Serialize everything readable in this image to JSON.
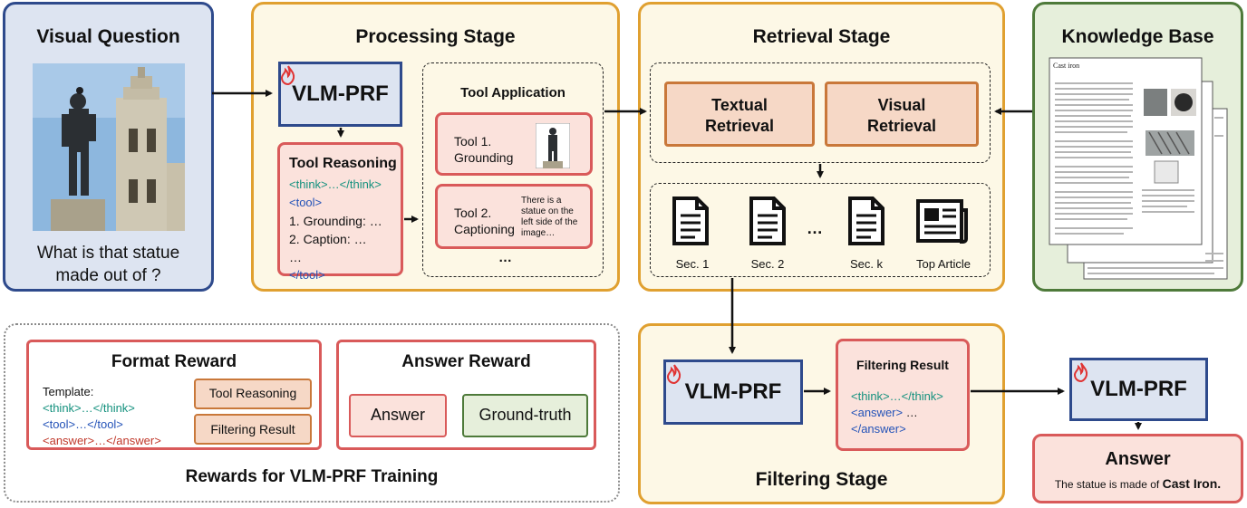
{
  "visual_question": {
    "title": "Visual Question",
    "question_line1": "What is that statue",
    "question_line2": "made out of ?"
  },
  "processing": {
    "title": "Processing Stage",
    "vlm_label": "VLM-PRF",
    "tool_reasoning": {
      "title": "Tool Reasoning",
      "line_think": "<think>…</think>",
      "line_tool_open": "<tool>",
      "line_1": "1. Grounding: …",
      "line_2": "2. Caption: …",
      "line_dots": "…",
      "line_tool_close": "</tool>"
    },
    "tool_application": {
      "title": "Tool Application",
      "tool1_line1": "Tool 1.",
      "tool1_line2": "Grounding",
      "tool2_line1": "Tool 2.",
      "tool2_line2": "Captioning",
      "tool2_caption": [
        "There is a",
        "statue on the",
        "left side of the",
        "image…"
      ],
      "dots": "…"
    }
  },
  "retrieval": {
    "title": "Retrieval Stage",
    "textual_line1": "Textual",
    "textual_line2": "Retrieval",
    "visual_line1": "Visual",
    "visual_line2": "Retrieval",
    "docs": [
      "Sec. 1",
      "Sec. 2",
      "Sec. k",
      "Top Article"
    ],
    "ellipsis": "…"
  },
  "knowledge_base": {
    "title": "Knowledge Base",
    "article_title": "Cast iron"
  },
  "rewards": {
    "title": "Rewards for VLM-PRF Training",
    "format": {
      "title": "Format Reward",
      "template_label": "Template:",
      "line_think": "<think>…</think>",
      "line_tool": "<tool>…</tool>",
      "line_answer": "<answer>…</answer>",
      "tag1": "Tool Reasoning",
      "tag2": "Filtering Result"
    },
    "answer": {
      "title": "Answer Reward",
      "box1": "Answer",
      "box2": "Ground-truth"
    }
  },
  "filtering": {
    "title": "Filtering Stage",
    "vlm_label": "VLM-PRF",
    "result_title": "Filtering Result",
    "line_think": "<think>…</think>",
    "line_answer_open": "<answer>",
    "line_answer_dots": "…",
    "line_answer_close": "</answer>"
  },
  "final": {
    "vlm_label": "VLM-PRF",
    "answer_title": "Answer",
    "answer_prefix": "The statue is made of ",
    "answer_bold": "Cast Iron."
  },
  "colors": {
    "blue_border": "#2e4a8c",
    "orange_border": "#e0a030",
    "green_border": "#4e7a3a",
    "red_border": "#d95a5a",
    "panel_yellow": "#fdf8e6",
    "panel_blue": "#dde4f1"
  }
}
